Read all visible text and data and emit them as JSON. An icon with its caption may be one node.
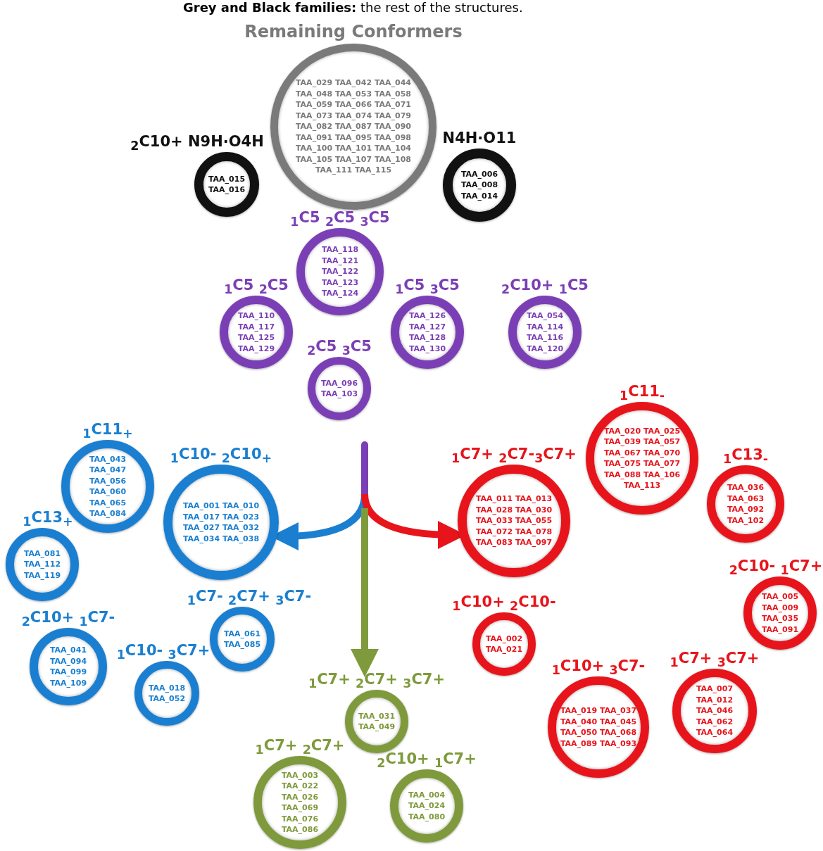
{
  "diagram": {
    "nodes": [
      {
        "text": [
          "Remaining Conformers",
          "TAA_029 TAA_042 TAA_044 TAA_048 TAA_053 TAA_058 TAA_059 TAA_066 TAA_071 TAA_073 TAA_074 TAA_079 TAA_082 TAA_087 TAA_090 TAA_091 TAA_095 TAA_098 TAA_100 TAA_101 TAA_104 TAA_105 TAA_107 TAA_108 TAA_111 TAA_115"
        ]
      },
      {
        "text": [
          "$_{2}$C10+ N9H·O4H",
          "TAA_015 TAA_016"
        ]
      },
      {
        "text": [
          "N4H·O11",
          "TAA_006 TAA_008 TAA_014"
        ]
      },
      {
        "text": [
          "$_{1}$C5 $_{2}$C5 $_{3}$C5",
          "TAA_118 TAA_121 TAA_122 TAA_123 TAA_124"
        ]
      },
      {
        "text": [
          "$_{1}$C5 $_{2}$C5",
          "TAA_110 TAA_117 TAA_125 TAA_129"
        ]
      },
      {
        "text": [
          "$_{1}$C5 $_{3}$C5",
          "TAA_126 TAA_127 TAA_128 TAA_130"
        ]
      },
      {
        "text": [
          "$_{2}$C10+ $_{1}$C5",
          "TAA_054 TAA_114 TAA_116 TAA_120"
        ]
      },
      {
        "text": [
          "$_{2}$C5 $_{3}$C5",
          "TAA_096 TAA_103"
        ]
      },
      {
        "text": [
          "$_{1}$C11$_{-}$",
          "TAA_020 TAA_025 TAA_039 TAA_057 TAA_067 TAA_070 TAA_075 TAA_077 TAA_088 TAA_106 TAA_113"
        ]
      },
      {
        "text": [
          "$_{1}$C11$_{+}$",
          "TAA_043 TAA_047 TAA_056 TAA_060 TAA_065 TAA_084"
        ]
      },
      {
        "text": [
          "$_{1}$C13$_{-}$",
          "TAA_036 TAA_063 TAA_092 TAA_102"
        ]
      },
      {
        "text": [
          "$_{1}$C10- $_{2}$C10$_{+}$",
          "TAA_001 TAA_010 TAA_017 TAA_023 TAA_027 TAA_032 TAA_034 TAA_038"
        ]
      },
      {
        "text": [
          "$_{1}$C7+ $_{2}$C7-$_{3}$C7+",
          "TAA_011 TAA_013 TAA_028 TAA_030 TAA_033 TAA_055 TAA_072 TAA_078 TAA_083 TAA_097"
        ]
      },
      {
        "text": [
          "$_{1}$C13$_{+}$",
          "TAA_081 TAA_112 TAA_119"
        ]
      },
      {
        "text": [
          "$_{2}$C10- $_{1}$C7+",
          "TAA_005 TAA_009 TAA_035 TAA_091"
        ]
      },
      {
        "text": [
          "$_{1}$C7- $_{2}$C7+ $_{3}$C7-",
          "TAA_061 TAA_085"
        ]
      },
      {
        "text": [
          "$_{1}$C10+ $_{2}$C10-",
          "TAA_002 TAA_021"
        ]
      },
      {
        "text": [
          "$_{2}$C10+ $_{1}$C7-",
          "TAA_041 TAA_094 TAA_099 TAA_109"
        ]
      },
      {
        "text": [
          "$_{1}$C10- $_{3}$C7+",
          "TAA_018 TAA_052"
        ]
      },
      {
        "text": [
          "$_{1}$C7+ $_{3}$C7+",
          "TAA_007 TAA_012 TAA_046 TAA_062 TAA_064"
        ]
      },
      {
        "text": [
          "$_{1}$C7+ $_{2}$C7+ $_{3}$C7+",
          "TAA_031 TAA_049"
        ]
      },
      {
        "text": [
          "$_{1}$C10+ $_{3}$C7-",
          "TAA_019 TAA_037 TAA_040 TAA_045 TAA_050 TAA_068 TAA_089 TAA_093"
        ]
      },
      {
        "text": [
          "$_{1}$C7+ $_{2}$C7+",
          "TAA_003 TAA_022 TAA_026 TAA_069 TAA_076 TAA_086"
        ]
      },
      {
        "text": [
          "$_{2}$C10+ $_{1}$C7+",
          "TAA_004 TAA_024 TAA_080"
        ]
      }
    ],
    "edges": [
      {
        "from": null,
        "to": 11,
        "arrow": "to",
        "color": "#1a7fd0"
      },
      {
        "from": null,
        "to": 12,
        "arrow": "to",
        "color": "#e8141b"
      },
      {
        "from": null,
        "to": 20,
        "arrow": "to",
        "color": "#7f9a3c"
      }
    ],
    "labels": [
      "**Grey and Black families:** the rest of the structures."
    ]
  }
}
